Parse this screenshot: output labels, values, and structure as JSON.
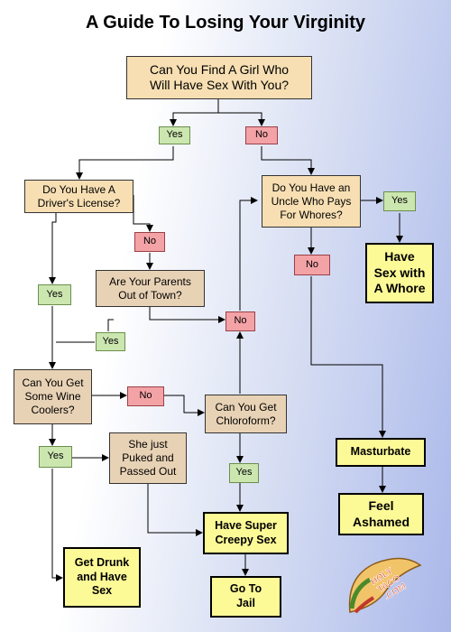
{
  "title": "A Guide To Losing Your Virginity",
  "nodes": {
    "start": "Can You Find A Girl Who\nWill Have Sex With You?",
    "yes1": "Yes",
    "no1": "No",
    "license": "Do You Have A\nDriver's License?",
    "uncle": "Do You Have an\nUncle Who Pays\nFor Whores?",
    "yes_uncle": "Yes",
    "whore": "Have\nSex with\nA Whore",
    "no_license": "No",
    "no_uncle": "No",
    "parents": "Are Your Parents\nOut of Town?",
    "yes_license": "Yes",
    "no_merge": "No",
    "yes_parents": "Yes",
    "wine": "Can You Get\nSome Wine\nCoolers?",
    "no_wine": "No",
    "chloroform": "Can You Get\nChloroform?",
    "yes_wine": "Yes",
    "puked": "She just\nPuked and\nPassed Out",
    "yes_chloro": "Yes",
    "masturbate": "Masturbate",
    "ashamed": "Feel\nAshamed",
    "creepy": "Have Super\nCreepy Sex",
    "drunk": "Get Drunk\nand Have\nSex",
    "jail": "Go To\nJail"
  },
  "logo": {
    "line1": "HOLY",
    "line2": "TACO",
    "line3": ".COM"
  },
  "colors": {
    "question": "#f7dfb3",
    "question_tan": "#e8d2b5",
    "yes": "#cce6b0",
    "no": "#f3a2a6",
    "outcome": "#fcf997"
  }
}
